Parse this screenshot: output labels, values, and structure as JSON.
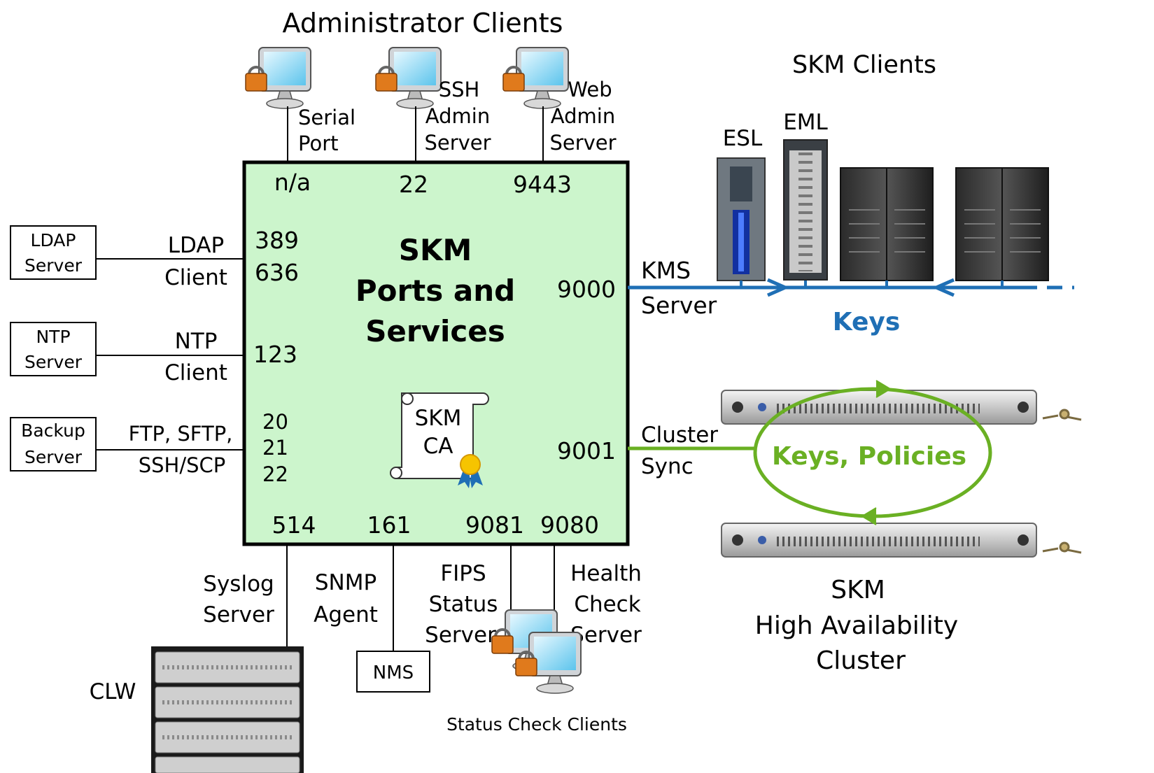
{
  "admin_clients": {
    "title": "Administrator Clients",
    "serial": [
      "Serial",
      "Port"
    ],
    "ssh": [
      "SSH",
      "Admin",
      "Server"
    ],
    "web": [
      "Web",
      "Admin",
      "Server"
    ]
  },
  "skm_box": {
    "title": [
      "SKM",
      "Ports and",
      "Services"
    ],
    "ca_label": [
      "SKM",
      "CA"
    ],
    "ports": {
      "serial": "n/a",
      "ssh": "22",
      "web": "9443",
      "ldap1": "389",
      "ldap2": "636",
      "ntp": "123",
      "backup1": "20",
      "backup2": "21",
      "backup3": "22",
      "kms": "9000",
      "cluster": "9001",
      "syslog": "514",
      "snmp": "161",
      "fips": "9081",
      "health": "9080"
    }
  },
  "left_services": {
    "ldap_server": [
      "LDAP",
      "Server"
    ],
    "ldap_client": [
      "LDAP",
      "Client"
    ],
    "ntp_server": [
      "NTP",
      "Server"
    ],
    "ntp_client": [
      "NTP",
      "Client"
    ],
    "backup_server": [
      "Backup",
      "Server"
    ],
    "backup_proto": [
      "FTP, SFTP,",
      "SSH/SCP"
    ]
  },
  "bottom_services": {
    "syslog": [
      "Syslog",
      "Server"
    ],
    "snmp": [
      "SNMP",
      "Agent"
    ],
    "fips": [
      "FIPS",
      "Status",
      "Server"
    ],
    "health": [
      "Health",
      "Check",
      "Server"
    ],
    "nms": "NMS",
    "clw": "CLW",
    "status_clients": "Status Check Clients"
  },
  "right_side": {
    "skm_clients": "SKM Clients",
    "esl": "ESL",
    "eml": "EML",
    "kms_server": [
      "KMS",
      "Server"
    ],
    "keys": "Keys",
    "cluster_sync": [
      "Cluster",
      "Sync"
    ],
    "keys_policies": "Keys, Policies",
    "ha_cluster": [
      "SKM",
      "High Availability",
      "Cluster"
    ]
  },
  "colors": {
    "box_fill": "#ccf5cc",
    "kms_blue": "#1f6fb5",
    "cluster_green": "#6ab023"
  }
}
